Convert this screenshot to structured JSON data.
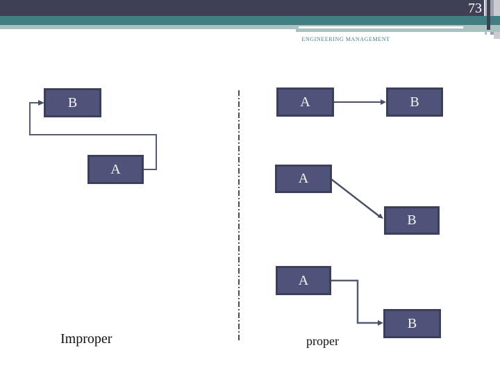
{
  "slide": {
    "number": "73",
    "header_label": "ENGINEERING MANAGEMENT"
  },
  "colors": {
    "header_dark_bar": "#3e4155",
    "header_teal_bar": "#417e81",
    "header_sage_bar": "#a9c2c0",
    "header_title_text": "#3f7d80",
    "slide_number_text": "#ffffff",
    "box_fill": "#4f537a",
    "box_border": "#3b3f5a",
    "box_text": "#f5f4ef",
    "connector_line": "#565b72",
    "caption_text": "#111111"
  },
  "diagrams": {
    "improper": {
      "caption": "Improper",
      "boxes": [
        {
          "label": "B"
        },
        {
          "label": "A"
        }
      ],
      "connection_style": "backtracking elbow from A right edge, around and into B left edge"
    },
    "proper": {
      "caption": "proper",
      "pairs": [
        {
          "a": "A",
          "b": "B",
          "connection_style": "straight horizontal arrow"
        },
        {
          "a": "A",
          "b": "B",
          "connection_style": "straight diagonal arrow"
        },
        {
          "a": "A",
          "b": "B",
          "connection_style": "right-then-down elbow arrow"
        }
      ]
    }
  }
}
